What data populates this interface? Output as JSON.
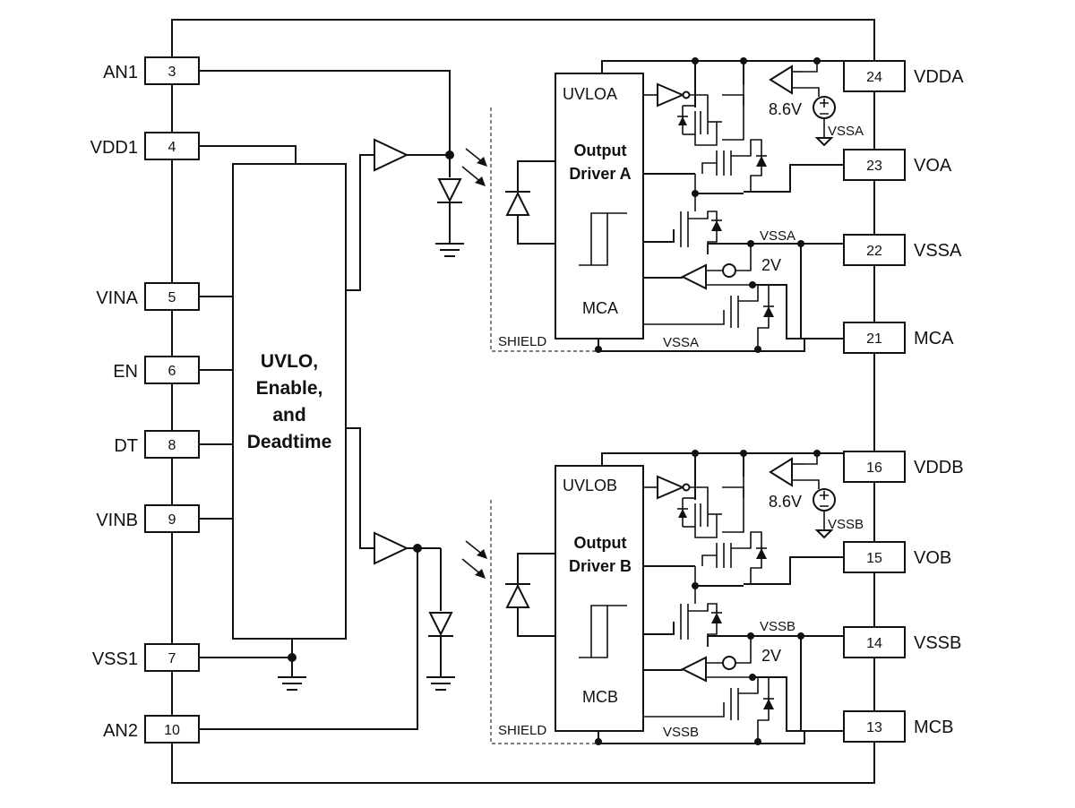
{
  "left_pins": [
    {
      "name": "AN1",
      "number": "3"
    },
    {
      "name": "VDD1",
      "number": "4"
    },
    {
      "name": "VINA",
      "number": "5"
    },
    {
      "name": "EN",
      "number": "6"
    },
    {
      "name": "DT",
      "number": "8"
    },
    {
      "name": "VINB",
      "number": "9"
    },
    {
      "name": "VSS1",
      "number": "7"
    },
    {
      "name": "AN2",
      "number": "10"
    }
  ],
  "right_pins": [
    {
      "name": "VDDA",
      "number": "24"
    },
    {
      "name": "VOA",
      "number": "23"
    },
    {
      "name": "VSSA",
      "number": "22"
    },
    {
      "name": "MCA",
      "number": "21"
    },
    {
      "name": "VDDB",
      "number": "16"
    },
    {
      "name": "VOB",
      "number": "15"
    },
    {
      "name": "VSSB",
      "number": "14"
    },
    {
      "name": "MCB",
      "number": "13"
    }
  ],
  "center_block": {
    "lines": [
      "UVLO,",
      "Enable,",
      "and",
      "Deadtime"
    ]
  },
  "driver_a": {
    "uvlo_label": "UVLOA",
    "title_lines": [
      "Output",
      "Driver A"
    ],
    "mc_label": "MCA",
    "ref_voltage": "8.6V",
    "ref_node": "VSSA",
    "clamp_voltage": "2V",
    "vss_label": "VSSA",
    "vss_bottom_label": "VSSA",
    "shield_label": "SHIELD"
  },
  "driver_b": {
    "uvlo_label": "UVLOB",
    "title_lines": [
      "Output",
      "Driver B"
    ],
    "mc_label": "MCB",
    "ref_voltage": "8.6V",
    "ref_node": "VSSB",
    "clamp_voltage": "2V",
    "vss_label": "VSSB",
    "vss_bottom_label": "VSSB",
    "shield_label": "SHIELD"
  }
}
